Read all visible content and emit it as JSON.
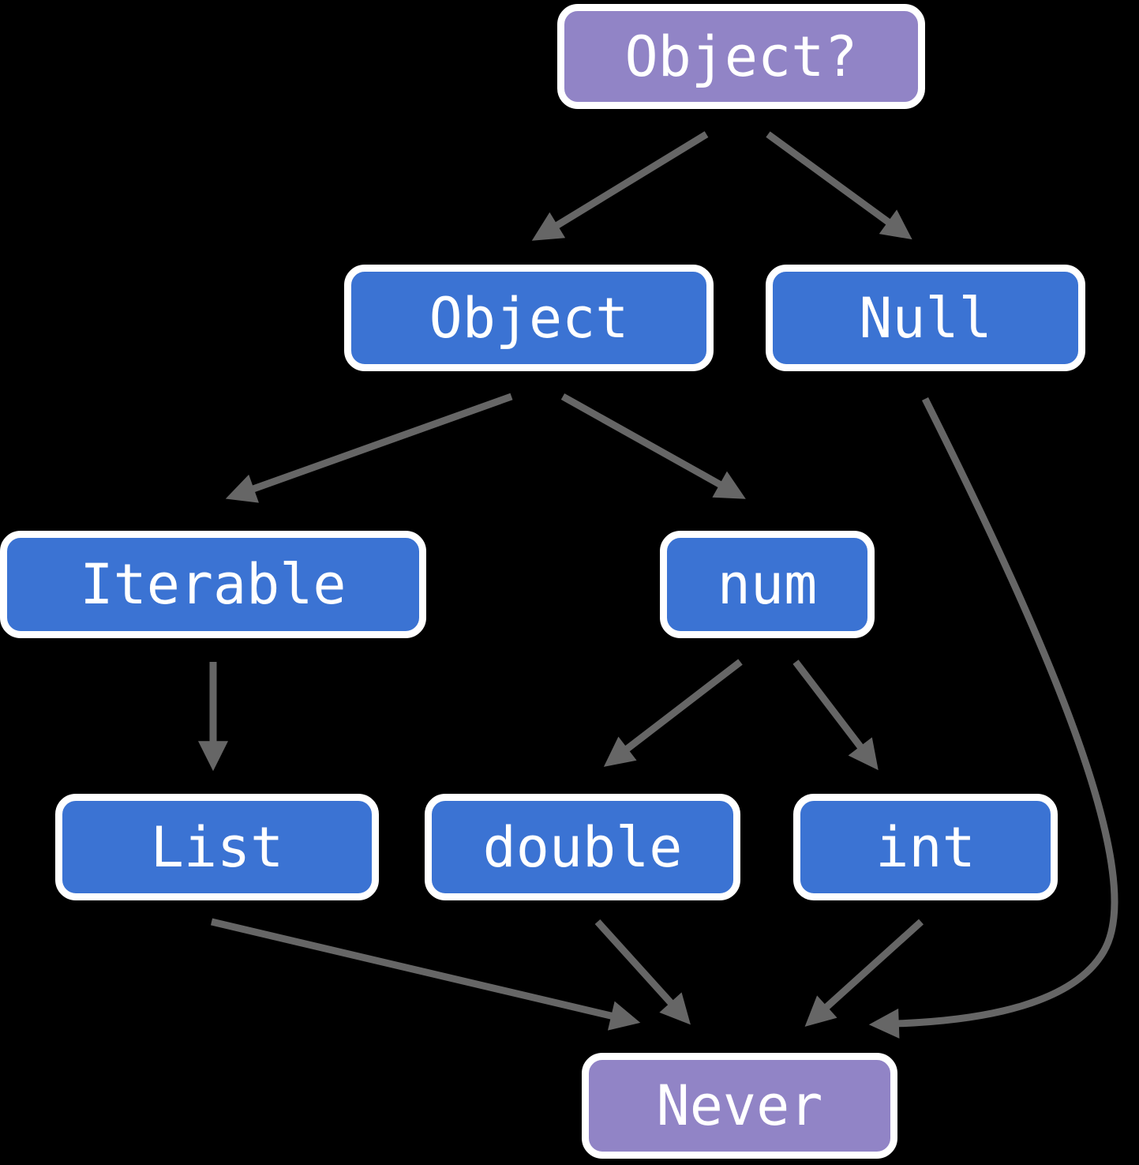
{
  "diagram": {
    "description": "Type hierarchy diagram: nullable Object at top branching to Object and Null, down to Never at the bottom",
    "colors": {
      "background": "#000000",
      "node_blue": "#3b73d3",
      "node_purple": "#9184c6",
      "arrow_gray": "#666666",
      "border_white": "#ffffff",
      "text_white": "#ffffff"
    },
    "nodes": {
      "object_nullable": {
        "label": "Object?",
        "color_kind": "purple"
      },
      "object": {
        "label": "Object",
        "color_kind": "blue"
      },
      "null": {
        "label": "Null",
        "color_kind": "blue"
      },
      "iterable": {
        "label": "Iterable",
        "color_kind": "blue"
      },
      "num": {
        "label": "num",
        "color_kind": "blue"
      },
      "list": {
        "label": "List",
        "color_kind": "blue"
      },
      "double": {
        "label": "double",
        "color_kind": "blue"
      },
      "int": {
        "label": "int",
        "color_kind": "blue"
      },
      "never": {
        "label": "Never",
        "color_kind": "purple"
      }
    },
    "edges": [
      {
        "from": "Object?",
        "to": "Object"
      },
      {
        "from": "Object?",
        "to": "Null"
      },
      {
        "from": "Object",
        "to": "Iterable"
      },
      {
        "from": "Object",
        "to": "num"
      },
      {
        "from": "Iterable",
        "to": "List"
      },
      {
        "from": "num",
        "to": "double"
      },
      {
        "from": "num",
        "to": "int"
      },
      {
        "from": "List",
        "to": "Never"
      },
      {
        "from": "double",
        "to": "Never"
      },
      {
        "from": "int",
        "to": "Never"
      },
      {
        "from": "Null",
        "to": "Never"
      }
    ]
  }
}
